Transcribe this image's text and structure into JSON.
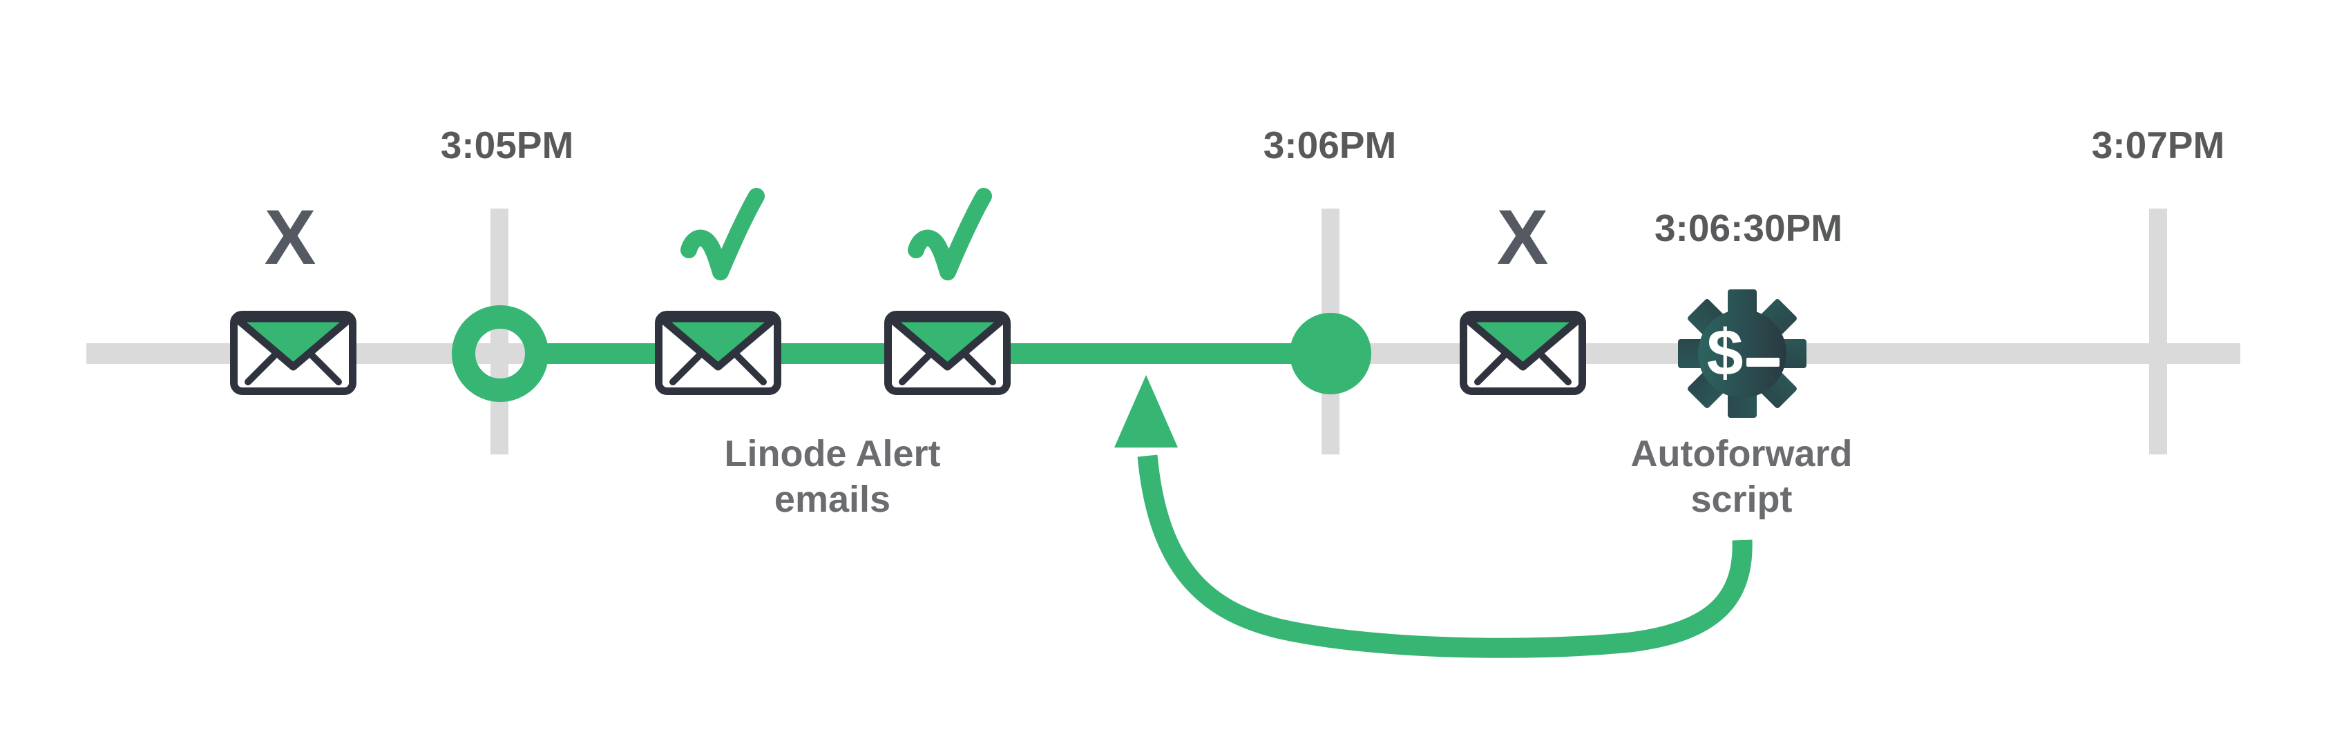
{
  "title": "Linode alert email autoforward timeline",
  "timeline": {
    "labels": {
      "t1": "3:05PM",
      "t2": "3:06PM",
      "t3": "3:07PM",
      "t_script": "3:06:30PM"
    }
  },
  "markers": {
    "fail": "X",
    "gear_glyph": "$"
  },
  "captions": {
    "alert_emails": {
      "line1": "Linode Alert",
      "line2": "emails"
    },
    "autoforward": {
      "line1": "Autoforward",
      "line2": "script"
    }
  },
  "icons": [
    "envelope-failed-icon",
    "envelope-checked-icon",
    "checkmark-icon",
    "fail-x-marker",
    "start-ring-node",
    "end-dot-node",
    "autoforward-gear-icon",
    "loop-arrow-icon"
  ],
  "colors": {
    "green": "#36B573",
    "track": "#DADADA",
    "time-ink": "#58595B",
    "caption-ink": "#6B6C6F",
    "x-ink": "#555962",
    "env-ink": "#2F333E",
    "env-fill": "#FFFFFF",
    "gear-teal": "#2E6E67",
    "gear-dark": "#28303A",
    "gear-glyph": "#FFFFFF",
    "bg": "#FFFFFF"
  }
}
